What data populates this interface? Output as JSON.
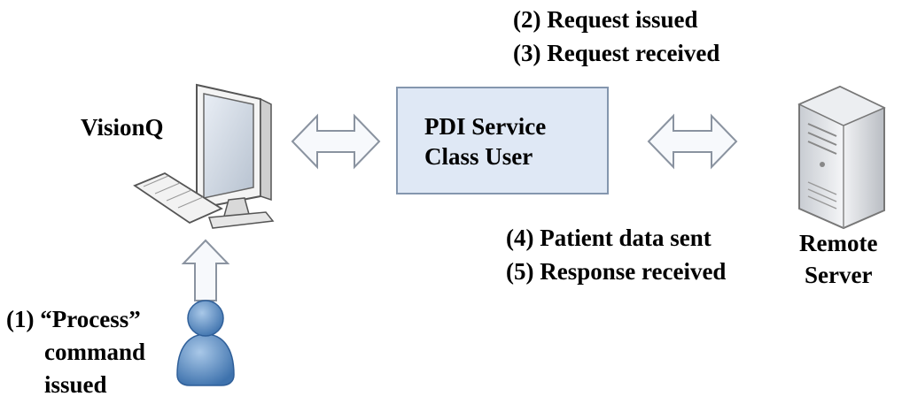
{
  "labels": {
    "visionq": "VisionQ",
    "pdi_line1": "PDI Service",
    "pdi_line2": "Class User",
    "step2": "(2) Request issued",
    "step3": "(3) Request received",
    "step4": "(4) Patient data sent",
    "step5": "(5) Response received",
    "remote_line1": "Remote",
    "remote_line2": "Server",
    "step1_line1": "(1) “Process”",
    "step1_line2": "command",
    "step1_line3": "issued"
  },
  "icons": {
    "workstation": "computer-icon",
    "server": "server-tower-icon",
    "user": "person-icon",
    "left_arrow": "double-arrow-icon",
    "right_arrow": "double-arrow-icon",
    "up_arrow": "up-arrow-icon"
  }
}
